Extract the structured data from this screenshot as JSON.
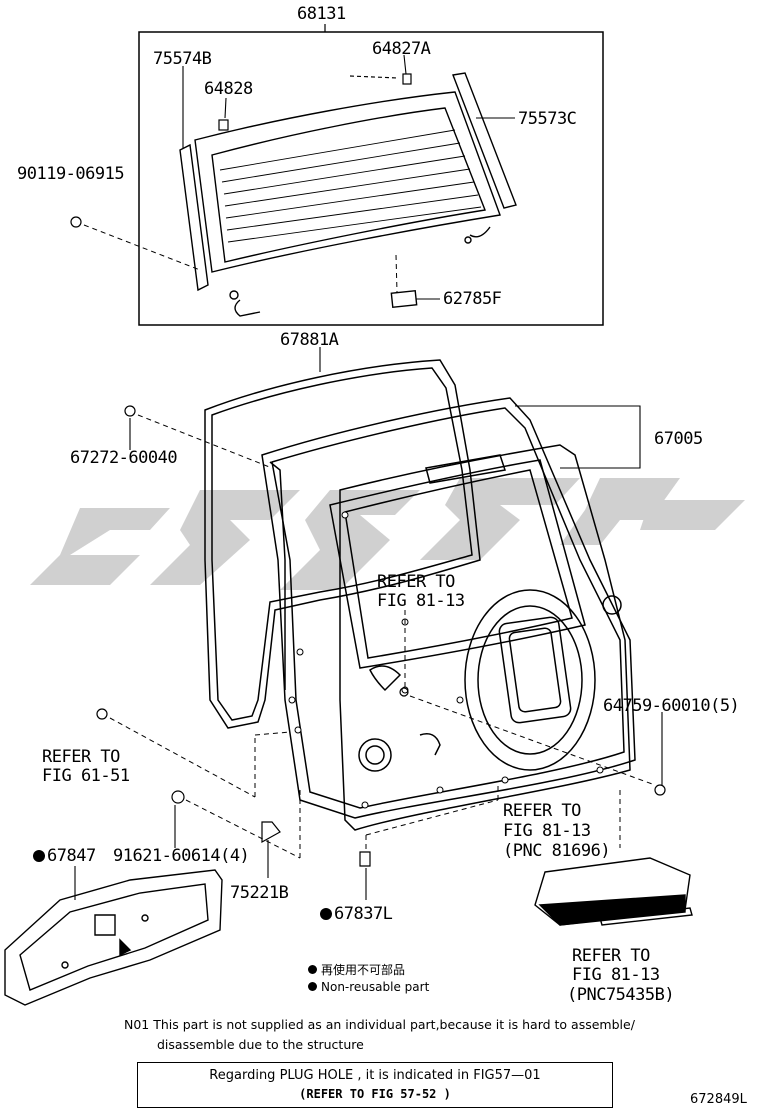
{
  "labels": {
    "p68131": "68131",
    "p75574B": "75574B",
    "p64827A": "64827A",
    "p64828": "64828",
    "p75573C": "75573C",
    "p90119": "90119-06915",
    "p62785F": "62785F",
    "p67881A": "67881A",
    "p67005": "67005",
    "p67272": "67272-60040",
    "refer_81_13_a_1": "REFER TO",
    "refer_81_13_a_2": "FIG 81-13",
    "p64759": "64759-60010(5)",
    "refer_61_51_1": "REFER TO",
    "refer_61_51_2": "FIG 61-51",
    "refer_81696_1": "REFER TO",
    "refer_81696_2": "FIG 81-13",
    "refer_81696_3": "(PNC 81696)",
    "p67847": "67847",
    "p91621": "91621-60614(4)",
    "p75221B": "75221B",
    "p67837L": "67837L",
    "refer_75435_1": "REFER TO",
    "refer_75435_2": "FIG 81-13",
    "refer_75435_3": "(PNC75435B)"
  },
  "legend": {
    "japanese": "再使用不可部品",
    "english": "Non-reusable part"
  },
  "notes": {
    "n01_line1": "N01 This part is not supplied as an individual part,because it is hard to assemble/",
    "n01_line2": "disassemble due to the structure"
  },
  "plug_hole": {
    "line1": "Regarding  PLUG HOLE  , it is  indicated  in  FIG57—01",
    "line2": "(REFER TO FIG  57-52 )"
  },
  "figure_id": "672849L",
  "colors": {
    "line": "#000000",
    "watermark": "#c8c8c8"
  }
}
